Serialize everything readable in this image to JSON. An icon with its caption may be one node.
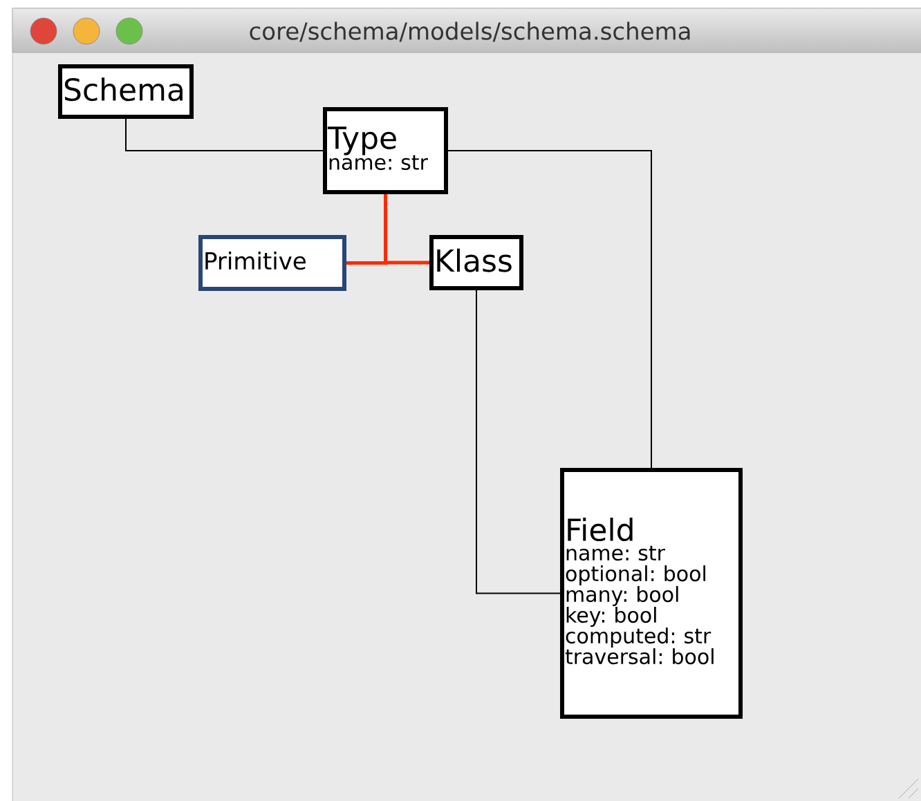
{
  "diagram": {
    "title": "core/schema/models/schema.schema",
    "nodes": [
      {
        "text": [
          "Schema"
        ]
      },
      {
        "text": [
          "Type",
          "name: str"
        ]
      },
      {
        "text": [
          "Primitive"
        ]
      },
      {
        "text": [
          "Klass"
        ]
      },
      {
        "text": [
          "Field",
          "name: str",
          "optional: bool",
          "many: bool",
          "key: bool",
          "computed: str",
          "traversal: bool"
        ]
      }
    ],
    "edges": [
      {
        "from": 0,
        "to": 1,
        "arrow": "none"
      },
      {
        "from": 1,
        "to": 4,
        "arrow": "none"
      },
      {
        "from": 1,
        "to": 2,
        "arrow": "none",
        "style": "thick",
        "color": "#ff2a00"
      },
      {
        "from": 1,
        "to": 3,
        "arrow": "none",
        "style": "thick",
        "color": "#ff2a00"
      },
      {
        "from": 3,
        "to": 4,
        "arrow": "none"
      }
    ]
  }
}
